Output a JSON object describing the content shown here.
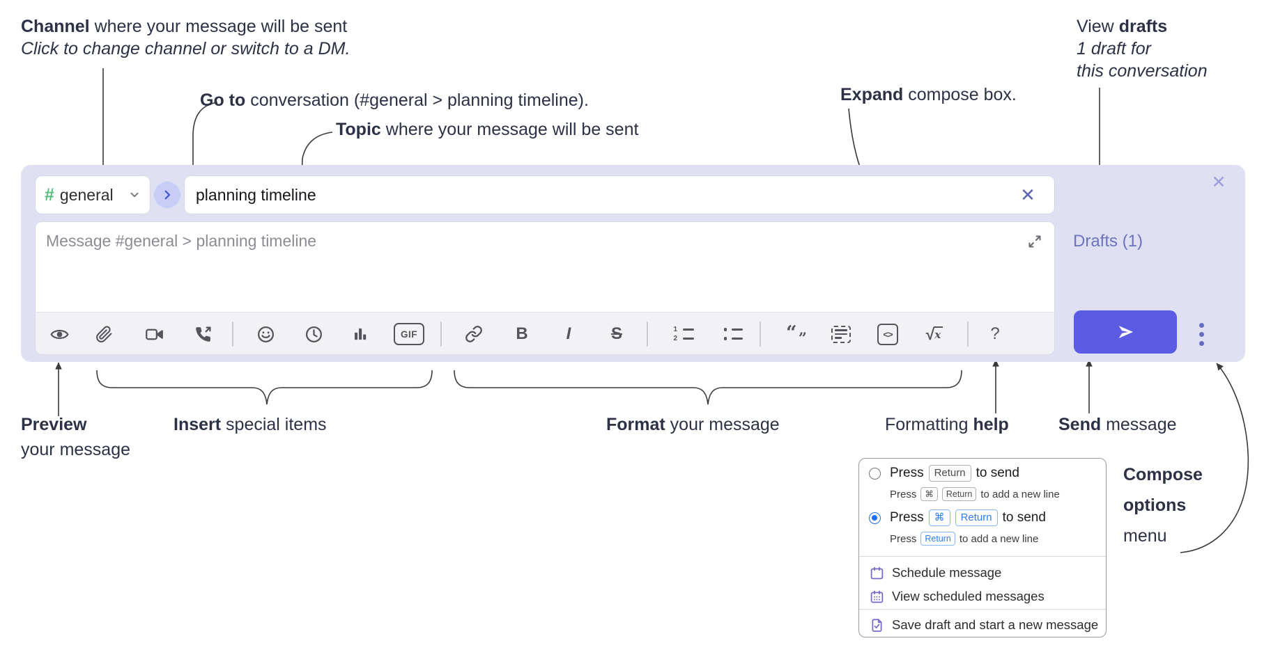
{
  "notes": {
    "channel": {
      "bold": "Channel",
      "rest": " where your message will be sent",
      "line2": "Click to change channel or switch to a DM."
    },
    "goto": {
      "bold": "Go to",
      "rest": " conversation (#general > planning timeline)."
    },
    "topic": {
      "bold": "Topic",
      "rest": " where your message will be sent"
    },
    "expand": {
      "bold": "Expand",
      "rest": " compose box."
    },
    "drafts": {
      "pre": "View ",
      "bold": "drafts",
      "line2": "1 draft for",
      "line3": "this conversation"
    },
    "preview": {
      "bold": "Preview",
      "line2": "your message"
    },
    "insert": {
      "bold": "Insert",
      "rest": " special items"
    },
    "format": {
      "bold": "Format",
      "rest": " your message"
    },
    "formatting_help": {
      "pre": "Formatting ",
      "bold": "help"
    },
    "send": {
      "bold": "Send",
      "rest": " message"
    },
    "compose_options": {
      "line1": "Compose",
      "line2": "options",
      "line3": "menu"
    }
  },
  "compose": {
    "channel_hash": "#",
    "channel_name": "general",
    "topic_value": "planning timeline",
    "clear_glyph": "✕",
    "close_glyph": "✕",
    "message_placeholder": "Message #general > planning timeline",
    "drafts_label": "Drafts (1)"
  },
  "toolbar": {
    "gif_label": "GIF",
    "bold_glyph": "B",
    "italic_glyph": "I",
    "strike_glyph": "S",
    "ol_1": "1",
    "ol_2": "2",
    "quote_open": "“",
    "quote_close": "”",
    "code_glyph": "<>",
    "sqrt_glyph": "√",
    "math_x": "x",
    "help_glyph": "?",
    "icon_order": [
      "preview-eye",
      "attach-paperclip",
      "video-call",
      "audio-call",
      "emoji",
      "global-time",
      "poll",
      "gif",
      "link",
      "bold",
      "italic",
      "strikethrough",
      "numbered-list",
      "bulleted-list",
      "quote",
      "spoiler",
      "code",
      "math",
      "help"
    ]
  },
  "menu": {
    "option1": {
      "lead": "Press",
      "key": "Return",
      "tail": "to send"
    },
    "option1_sub": {
      "lead": "Press",
      "key1": "⌘",
      "key2": "Return",
      "tail": "to add a new line"
    },
    "option2": {
      "lead": "Press",
      "key1": "⌘",
      "key2": "Return",
      "tail": "to send"
    },
    "option2_sub": {
      "lead": "Press",
      "key": "Return",
      "tail": "to add a new line"
    },
    "items": [
      {
        "label": "Schedule message"
      },
      {
        "label": "View scheduled messages"
      },
      {
        "label": "Save draft and start a new message"
      }
    ]
  },
  "colors": {
    "container": "#dfe1f2",
    "send_button": "#5a5ce4",
    "drafts_link": "#6d72c3",
    "channel_hash_green": "#53bd7b",
    "menu_icon_purple": "#7568c9",
    "selected_blue": "#1f6ff0",
    "annotation_ink": "#2d3145",
    "toolbar_icon": "#53545c"
  }
}
